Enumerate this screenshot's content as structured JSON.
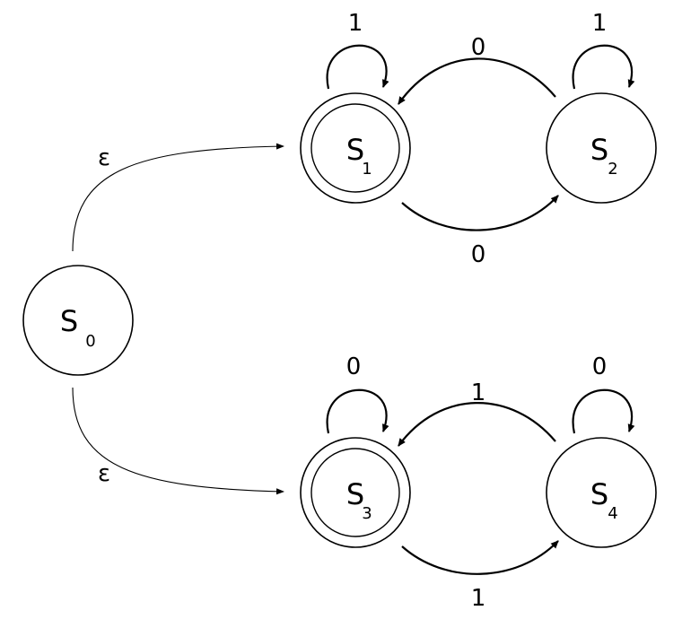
{
  "states": [
    {
      "id": "s0",
      "name": "S",
      "sub": "0",
      "accepting": false
    },
    {
      "id": "s1",
      "name": "S",
      "sub": "1",
      "accepting": true
    },
    {
      "id": "s2",
      "name": "S",
      "sub": "2",
      "accepting": false
    },
    {
      "id": "s3",
      "name": "S",
      "sub": "3",
      "accepting": true
    },
    {
      "id": "s4",
      "name": "S",
      "sub": "4",
      "accepting": false
    }
  ],
  "transitions": [
    {
      "from": "S0",
      "to": "S1",
      "label": "ε"
    },
    {
      "from": "S0",
      "to": "S3",
      "label": "ε"
    },
    {
      "from": "S1",
      "to": "S1",
      "label": "1"
    },
    {
      "from": "S2",
      "to": "S2",
      "label": "1"
    },
    {
      "from": "S2",
      "to": "S1",
      "label": "0"
    },
    {
      "from": "S1",
      "to": "S2",
      "label": "0"
    },
    {
      "from": "S3",
      "to": "S3",
      "label": "0"
    },
    {
      "from": "S4",
      "to": "S4",
      "label": "0"
    },
    {
      "from": "S4",
      "to": "S3",
      "label": "1"
    },
    {
      "from": "S3",
      "to": "S4",
      "label": "1"
    }
  ]
}
